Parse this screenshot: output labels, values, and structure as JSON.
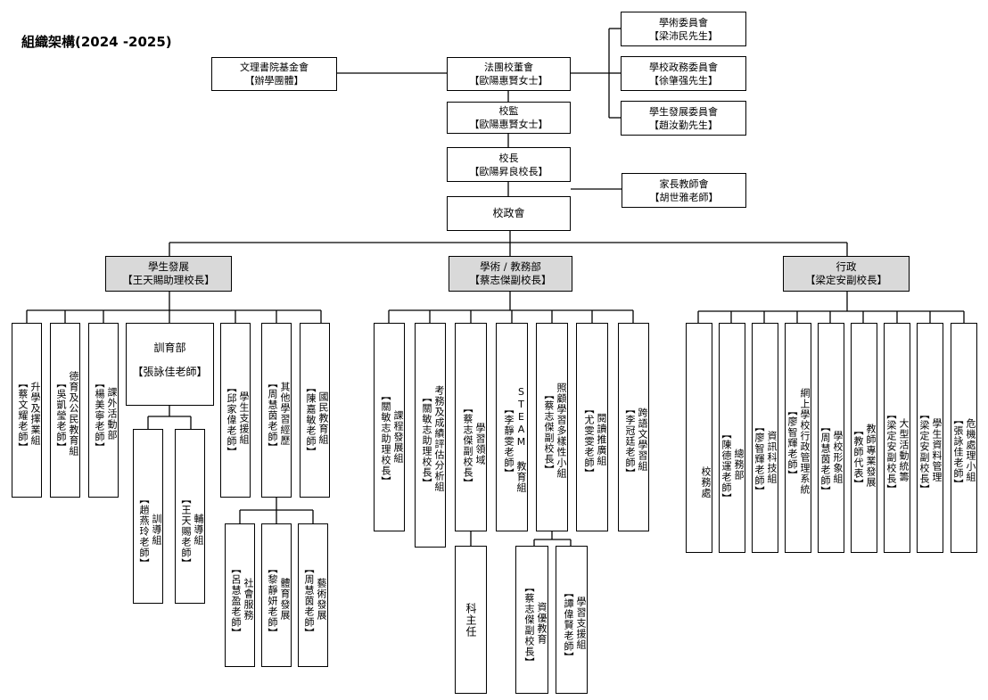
{
  "title": "組織架構(2024 -2025)",
  "top": {
    "foundation": {
      "name": "文理書院基金會",
      "sub": "【辦學團體】"
    },
    "board": {
      "name": "法團校董會",
      "sub": "【歐陽惠賢女士】"
    },
    "supervisor": {
      "name": "校監",
      "sub": "【歐陽惠賢女士】"
    },
    "principal": {
      "name": "校長",
      "sub": "【歐陽昇良校長】"
    },
    "council": {
      "name": "校政會"
    },
    "pta": {
      "name": "家長教師會",
      "sub": "【胡世雅老師】"
    },
    "committees": [
      {
        "name": "學術委員會",
        "sub": "【梁沛民先生】"
      },
      {
        "name": "學校政務委員會",
        "sub": "【徐肇强先生】"
      },
      {
        "name": "學生發展委員會",
        "sub": "【趙汝勤先生】"
      }
    ]
  },
  "departments": {
    "student": {
      "name": "學生發展",
      "sub": "【王天賜助理校長】"
    },
    "academic": {
      "name": "學術 / 教務部",
      "sub": "【蔡志傑副校長】"
    },
    "admin": {
      "name": "行政",
      "sub": "【梁定安副校長】"
    }
  },
  "student_units": {
    "u1": {
      "name": "升學及擇業組",
      "sub": "【蔡文耀老師】"
    },
    "u2": {
      "name": "德育及公民教育組",
      "sub": "【吳凱瑩老師】"
    },
    "u3": {
      "name": "課外活動部",
      "sub": "【楊美寧老師】"
    },
    "u4": {
      "name": "訓育部",
      "sub": "【張詠佳老師】"
    },
    "u4a": {
      "name": "訓導組",
      "sub": "【趙燕玲老師】"
    },
    "u4b": {
      "name": "輔導組",
      "sub": "【王天賜老師】"
    },
    "u5": {
      "name": "學生支援組",
      "sub": "【邱家偉老師】"
    },
    "u6": {
      "name": "其他學習經歷",
      "sub": "【周慧茵老師】"
    },
    "u6a": {
      "name": "社會服務",
      "sub": "【呂慧盈老師】"
    },
    "u6b": {
      "name": "體育發展",
      "sub": "【黎靜妍老師】"
    },
    "u6c": {
      "name": "藝術發展",
      "sub": "【周慧茵老師】"
    },
    "u7": {
      "name": "國民教育組",
      "sub": "【陳嘉敏老師】"
    }
  },
  "academic_units": {
    "a1": {
      "name": "課程發展組",
      "sub": "【關敏志助理校長】"
    },
    "a2": {
      "name": "考務及成績評估分析組",
      "sub": "【關敏志助理校長】"
    },
    "a3": {
      "name": "學習領域",
      "sub": "【蔡志傑副校長】"
    },
    "a3a": {
      "name": "科主任",
      "sub": ""
    },
    "a4": {
      "name": "STEAM 教育組",
      "sub": "【李靜雯老師】"
    },
    "a5": {
      "name": "照顧學習多樣性小組",
      "sub": "【蔡志傑副校長】"
    },
    "a5a": {
      "name": "資優教育",
      "sub": "【蔡志傑副校長】"
    },
    "a5b": {
      "name": "學習支援組",
      "sub": "【譚偉賢老師】"
    },
    "a6": {
      "name": "閱讀推廣組",
      "sub": "【尤雯雯老師】"
    },
    "a7": {
      "name": "跨語文學習組",
      "sub": "【李冠廷老師】"
    }
  },
  "admin_units": {
    "d1": {
      "name": "校務處",
      "sub": ""
    },
    "d2": {
      "name": "總務部",
      "sub": "【陳德運老師】"
    },
    "d3": {
      "name": "資訊科技組",
      "sub": "【廖智輝老師】"
    },
    "d4": {
      "name": "網上學校行政管理系統",
      "sub": "【廖智輝老師】"
    },
    "d5": {
      "name": "學校形象組",
      "sub": "【周慧茵老師】"
    },
    "d6": {
      "name": "教師專業發展",
      "sub": "【教師代表】"
    },
    "d7": {
      "name": "大型活動統籌",
      "sub": "【梁定安副校長】"
    },
    "d8": {
      "name": "學生資料管理",
      "sub": "【梁定安副校長】"
    },
    "d9": {
      "name": "危機處理小組",
      "sub": "【張詠佳老師】"
    }
  }
}
